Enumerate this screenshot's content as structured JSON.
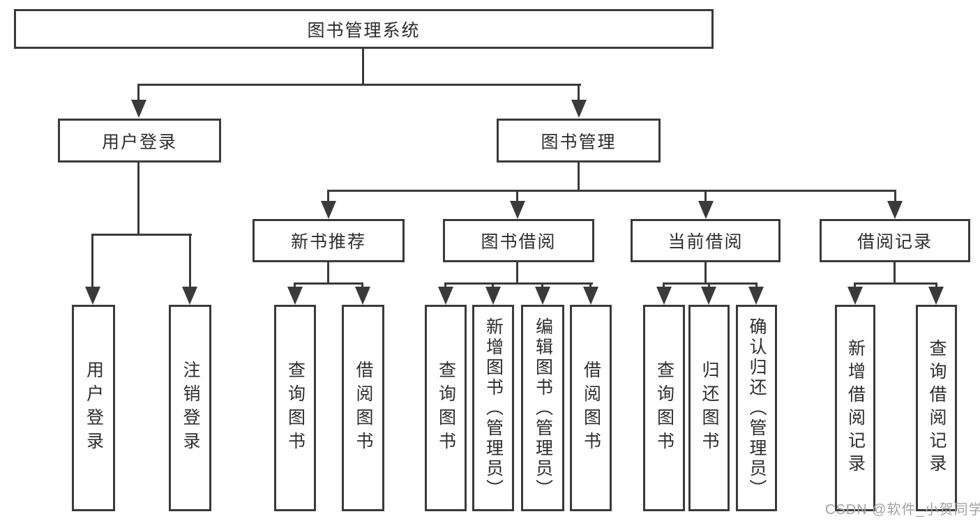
{
  "diagram": {
    "root": "图书管理系统",
    "branches": [
      {
        "label": "用户登录",
        "children": [
          "用户登录",
          "注销登录"
        ]
      },
      {
        "label": "图书管理",
        "sections": [
          {
            "label": "新书推荐",
            "children": [
              "查询图书",
              "借阅图书"
            ]
          },
          {
            "label": "图书借阅",
            "children": [
              "查询图书",
              "新增图书（管理员）",
              "编辑图书（管理员）",
              "借阅图书"
            ]
          },
          {
            "label": "当前借阅",
            "children": [
              "查询图书",
              "归还图书",
              "确认归还（管理员）"
            ]
          },
          {
            "label": "借阅记录",
            "children": [
              "新增借阅记录",
              "查询借阅记录"
            ]
          }
        ]
      }
    ]
  },
  "watermark": "CSDN @软件_小贺同学",
  "colors": {
    "line": "#3a3a3a",
    "text": "#2d2d2d",
    "watermark": "#a3a3a3",
    "bg": "#ffffff"
  }
}
